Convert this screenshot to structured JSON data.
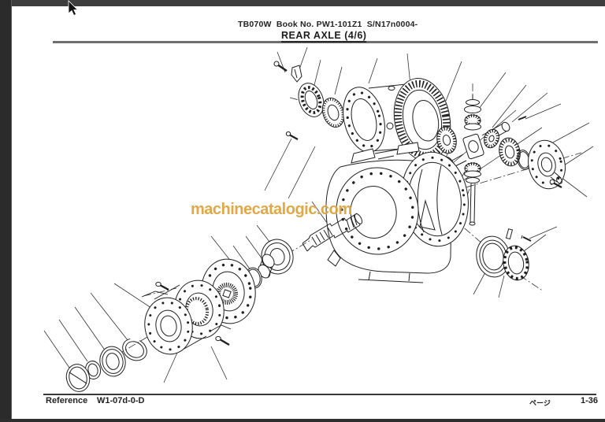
{
  "window": {
    "top_bar_color": "#3d3d3d",
    "side_bar_color": "#2b2b2b",
    "page_background": "#ffffff"
  },
  "header": {
    "model_line": "TB070W  Book No. PW1-101Z1  S/N17n0004-",
    "title": "REAR AXLE (4/6)"
  },
  "watermark": {
    "text": "machinecatalogic.com",
    "color": "#dfa23a"
  },
  "diagram": {
    "description": "Exploded parts view of rear axle assembly"
  },
  "footer": {
    "reference_label": "Reference",
    "reference_value": "W1-07d-0-D",
    "page_label": "ページ",
    "page_number": "1-36"
  }
}
